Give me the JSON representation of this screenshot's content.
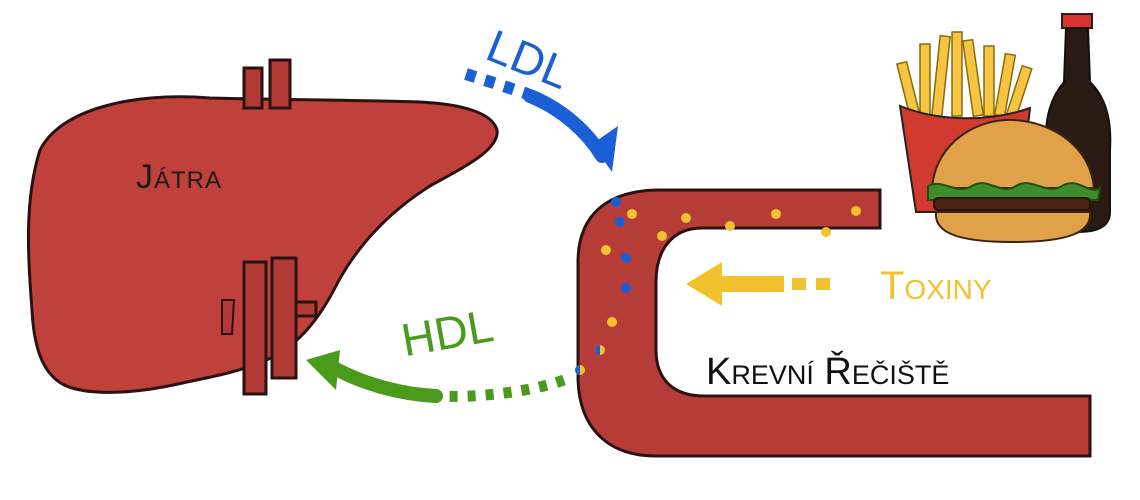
{
  "labels": {
    "liver": "Játra",
    "ldl": "LDL",
    "hdl": "HDL",
    "toxins": "Toxiny",
    "bloodstream": "Krevní Řečiště"
  },
  "colors": {
    "liver": "#c0413b",
    "vessel": "#b53c37",
    "ldl": "#1a5fd6",
    "hdl": "#4a9a1c",
    "toxins": "#f2c12e",
    "text": "#111111"
  },
  "icons": [
    "liver-illustration",
    "blood-vessel",
    "fries-icon",
    "burger-icon",
    "soda-bottle-icon",
    "ldl-arrow",
    "hdl-arrow",
    "toxin-arrow"
  ]
}
